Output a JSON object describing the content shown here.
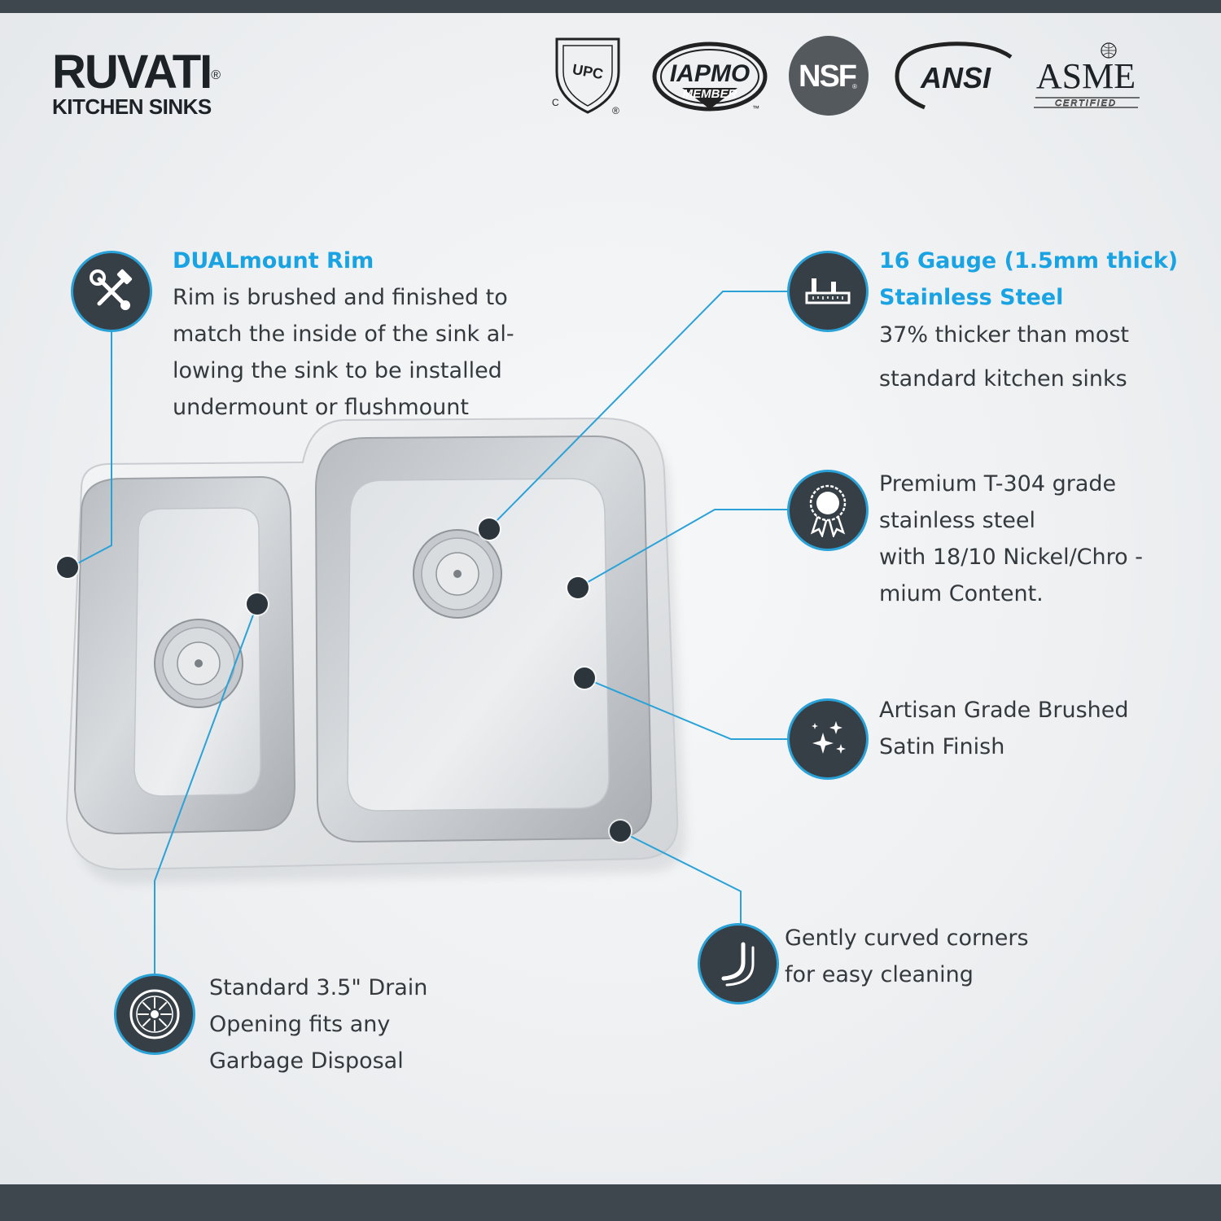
{
  "brand": {
    "name": "RUVATI",
    "registered": "®",
    "subtitle": "KITCHEN SINKS"
  },
  "certifications": [
    {
      "id": "upc",
      "label": "UPC",
      "small_left": "C",
      "small_right": "®"
    },
    {
      "id": "iapmo",
      "label": "IAPMO",
      "sub": "MEMBER",
      "tm": "™"
    },
    {
      "id": "nsf",
      "label": "NSF",
      "reg": "®"
    },
    {
      "id": "ansi",
      "label": "ANSI"
    },
    {
      "id": "asme",
      "label": "ASME",
      "sub": "CERTIFIED"
    }
  ],
  "features": {
    "dualmount": {
      "title": "DUALmount Rim",
      "lines": [
        "Rim is brushed and finished to",
        "match the inside of the sink al-",
        "lowing the sink to be installed",
        "undermount or flushmount"
      ],
      "icon": "tools-icon"
    },
    "gauge": {
      "title_lines": [
        "16 Gauge (1.5mm thick)",
        "Stainless Steel"
      ],
      "lines": [
        "37% thicker than most",
        "standard kitchen sinks"
      ],
      "icon": "caliper-icon"
    },
    "grade": {
      "lines": [
        "Premium T-304 grade",
        "stainless steel",
        "with 18/10 Nickel/Chro -",
        "mium Content."
      ],
      "icon": "award-ribbon-icon"
    },
    "finish": {
      "lines": [
        "Artisan Grade Brushed",
        "Satin Finish"
      ],
      "icon": "sparkles-icon"
    },
    "corners": {
      "lines": [
        "Gently curved corners",
        "for easy cleaning"
      ],
      "icon": "curved-corner-icon"
    },
    "drain": {
      "lines": [
        "Standard 3.5\" Drain",
        "Opening fits any",
        "Garbage Disposal"
      ],
      "icon": "drain-icon"
    }
  },
  "colors": {
    "accent": "#1aa3e3",
    "icon_bg": "#363f46",
    "bar": "#3e474d",
    "text": "#34393e"
  }
}
